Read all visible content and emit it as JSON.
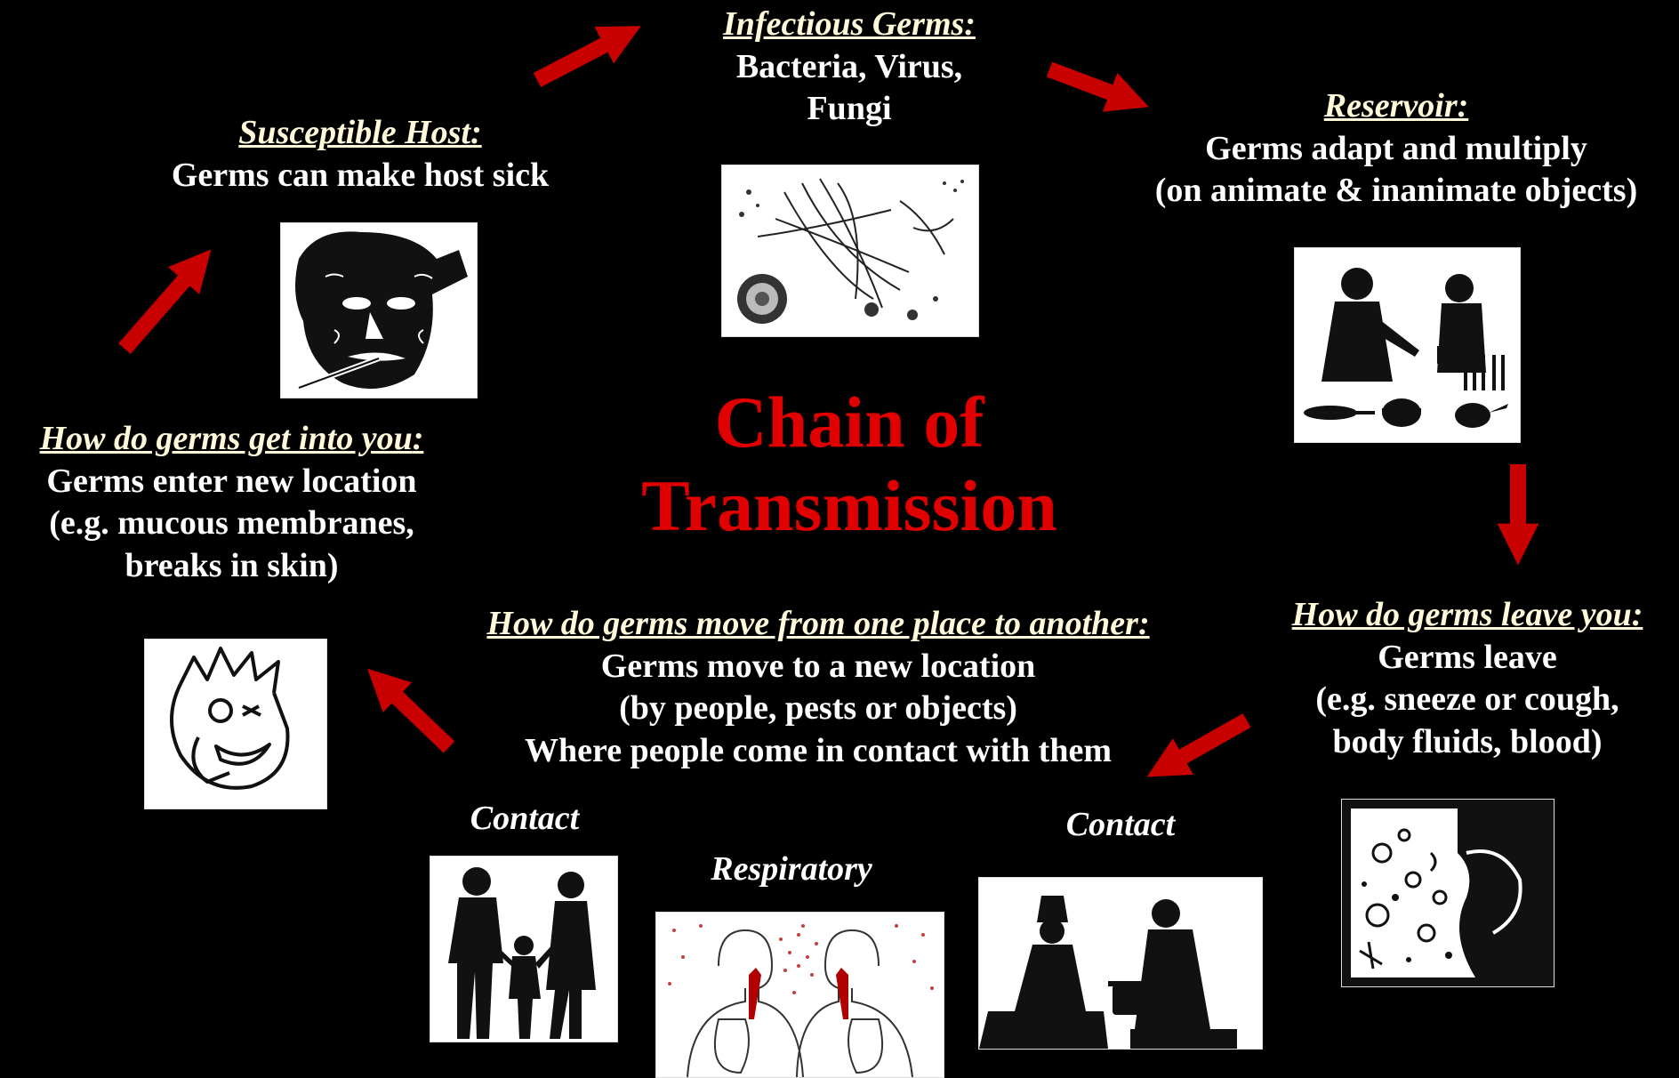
{
  "title": {
    "line1": "Chain of",
    "line2": "Transmission"
  },
  "colors": {
    "title": "#e00000",
    "arrow": "#c80000",
    "background": "#000000",
    "text": "#ffffff"
  },
  "links": {
    "infectious_germs": {
      "heading": "Infectious Germs:",
      "lines": [
        "Bacteria, Virus,",
        "Fungi"
      ],
      "image": "germs-microscope-illustration"
    },
    "reservoir": {
      "heading": "Reservoir:",
      "lines": [
        "Germs adapt and multiply",
        "(on animate & inanimate objects)"
      ],
      "image": "kitchen-cooks-silhouette"
    },
    "portal_of_exit": {
      "heading": "How do germs leave you:",
      "lines": [
        "Germs leave",
        "(e.g. sneeze or cough,",
        "body fluids, blood)"
      ],
      "image": "sneezing-person-woodcut"
    },
    "mode_of_transmission": {
      "heading": "How do germs move from one place to another",
      "heading_suffix": ":",
      "lines": [
        "Germs move to a new location",
        "(by people, pests or objects)",
        "Where people come in contact with them"
      ]
    },
    "portal_of_entry": {
      "heading": "How do germs get into you",
      "heading_suffix": ":",
      "lines": [
        "Germs enter new location",
        "(e.g. mucous membranes,",
        "breaks in skin)"
      ],
      "image": "child-picking-nose-cartoon"
    },
    "susceptible_host": {
      "heading": "Susceptible Host:",
      "lines": [
        "Germs can make host sick"
      ],
      "image": "sick-man-thermometer-woodcut"
    }
  },
  "modes": [
    {
      "label": "Contact",
      "image": "family-holding-hands-silhouette"
    },
    {
      "label": "Respiratory",
      "image": "respiratory-droplets-lungs-diagram"
    },
    {
      "label": "Contact",
      "image": "cooks-at-stove-silhouette"
    }
  ]
}
